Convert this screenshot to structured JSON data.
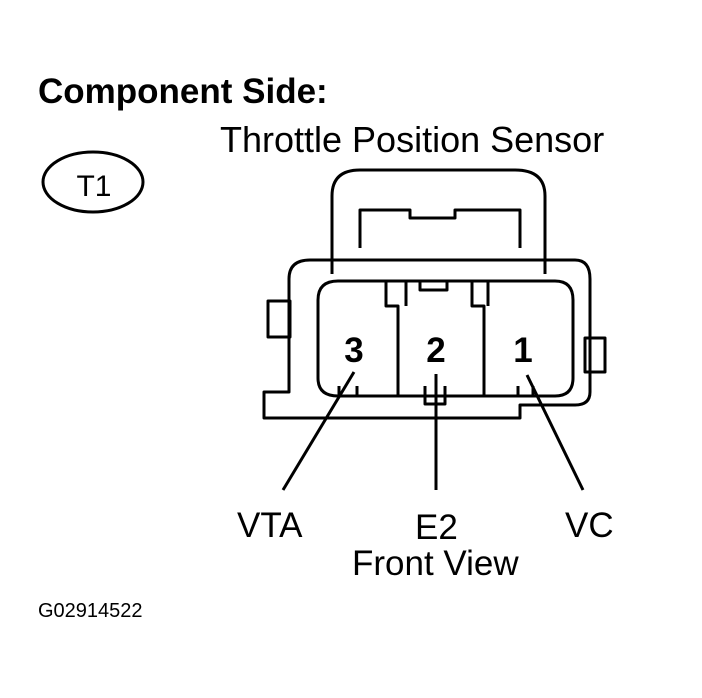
{
  "heading": "Component Side:",
  "connector_name": "Throttle Position Sensor",
  "connector_code": "T1",
  "pins": [
    {
      "number": "3",
      "signal": "VTA"
    },
    {
      "number": "2",
      "signal": "E2"
    },
    {
      "number": "1",
      "signal": "VC"
    }
  ],
  "view_label": "Front View",
  "figure_code": "G02914522"
}
